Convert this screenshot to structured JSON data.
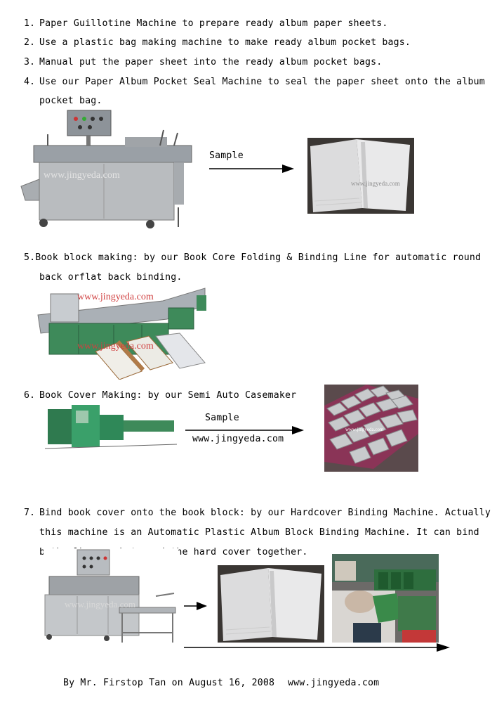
{
  "steps": [
    {
      "num": "1.",
      "text": "Paper Guillotine Machine to prepare ready album paper sheets."
    },
    {
      "num": "2.",
      "text": "Use a plastic bag making machine to make ready album pocket bags."
    },
    {
      "num": "3.",
      "text": "Manual put the paper sheet into the ready album pocket bags."
    },
    {
      "num": "4.",
      "line1": "Use our Paper Album Pocket Seal Machine to seal the paper sheet onto the album",
      "line2": "pocket bag."
    },
    {
      "num": "5.",
      "line1": "Book block making: by our Book Core Folding & Binding Line for automatic round",
      "line2": "back orflat back binding."
    },
    {
      "num": "6.",
      "text": "Book Cover Making: by our Semi Auto Casemaker"
    },
    {
      "num": "7.",
      "line1": "Bind book cover onto the book block: by our Hardcover Binding Machine. Actually",
      "line2": "this machine is an Automatic Plastic Album Block Binding Machine. It can bind",
      "line3": "both album pockets and the hard cover together."
    }
  ],
  "sample_label_1": "Sample",
  "sample_label_2": "Sample",
  "caption_url": "www.jingyeda.com",
  "watermarks": {
    "w1": "www.jingyeda.com",
    "w2": "www.jingyeda.com",
    "w3": "www.jingyeda.com",
    "w4": "www.jingyeda.com",
    "w5": "www.jingyeda.com"
  },
  "footer": {
    "byline": "By Mr. Firstop Tan on August 16, 2008",
    "url": "www.jingyeda.com"
  },
  "colors": {
    "machine_grey": "#b9bcbf",
    "machine_green": "#3e8a5a",
    "album_white": "#e9e9ea",
    "box_purple": "#8a3457",
    "watermark_red": "#d04040"
  }
}
